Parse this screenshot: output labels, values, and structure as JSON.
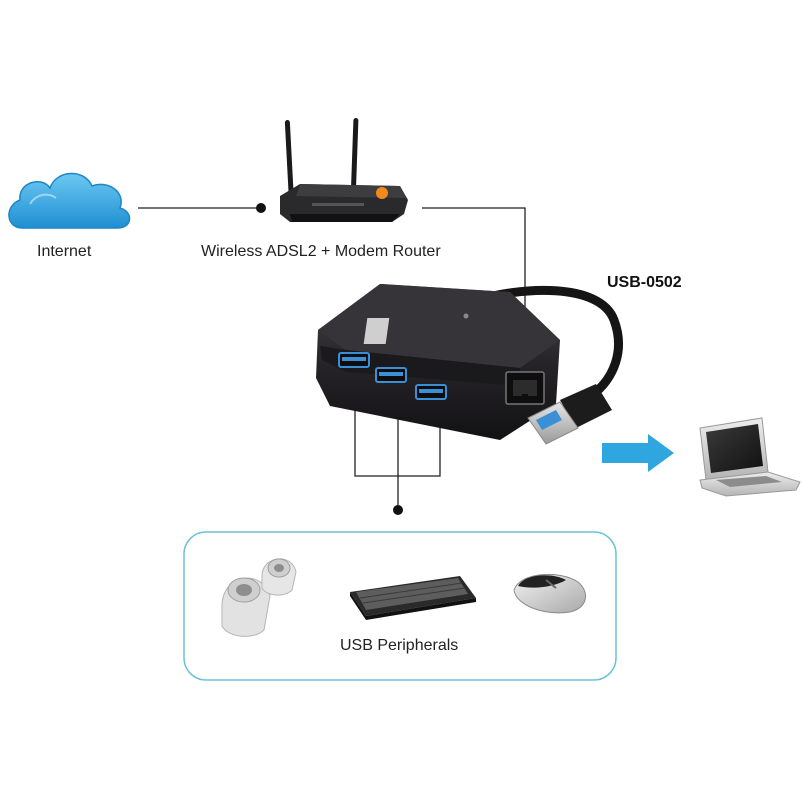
{
  "labels": {
    "internet": "Internet",
    "router": "Wireless ADSL2 + Modem Router",
    "model": "USB-0502",
    "peripherals": "USB Peripherals"
  },
  "colors": {
    "cloud": "#2a9bd8",
    "arrow": "#2fa6df",
    "panel_border": "#6cc3d8",
    "device": "#1d1b1e",
    "line": "#222222"
  },
  "icons": [
    "cloud-icon",
    "router-icon",
    "usb-hub-icon",
    "laptop-icon",
    "arrow-right-icon",
    "speakers-icon",
    "keyboard-icon",
    "mouse-icon"
  ]
}
